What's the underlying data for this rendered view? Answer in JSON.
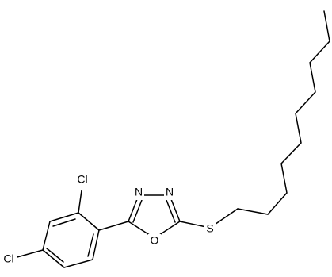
{
  "molecule": {
    "atoms": {
      "cl_top": "Cl",
      "cl_left": "Cl",
      "n1": "N",
      "n2": "N",
      "o": "O",
      "s": "S"
    }
  },
  "colors": {
    "bond": "#000000",
    "label": "#000000",
    "background": "#ffffff"
  }
}
